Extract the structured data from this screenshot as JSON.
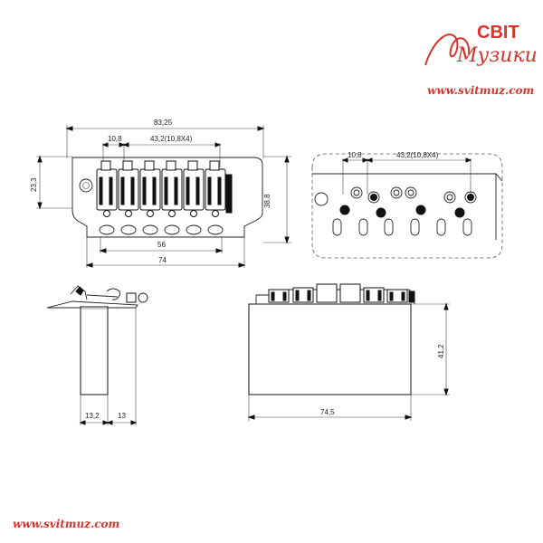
{
  "brand": {
    "word_top": "СВІТ",
    "word_script": "Музики",
    "url_top": "www.svitmuz.com",
    "url_bottom": "www.svitmuz.com",
    "color": "#d9342b"
  },
  "top_view": {
    "overall_width": "83,25",
    "left_spacing": "10,8",
    "string_spacing": "43,2(10,8X4)",
    "height_left": "23,3",
    "height_right": "38,8",
    "bottom_inner": "56",
    "bottom_outer": "74"
  },
  "detail_view": {
    "left_spacing": "10,8",
    "string_spacing": "43,2(10,8X4)"
  },
  "side_view": {
    "block_width": "13,2",
    "block_depth": "13"
  },
  "front_view": {
    "width": "74,5",
    "height": "41,2"
  }
}
